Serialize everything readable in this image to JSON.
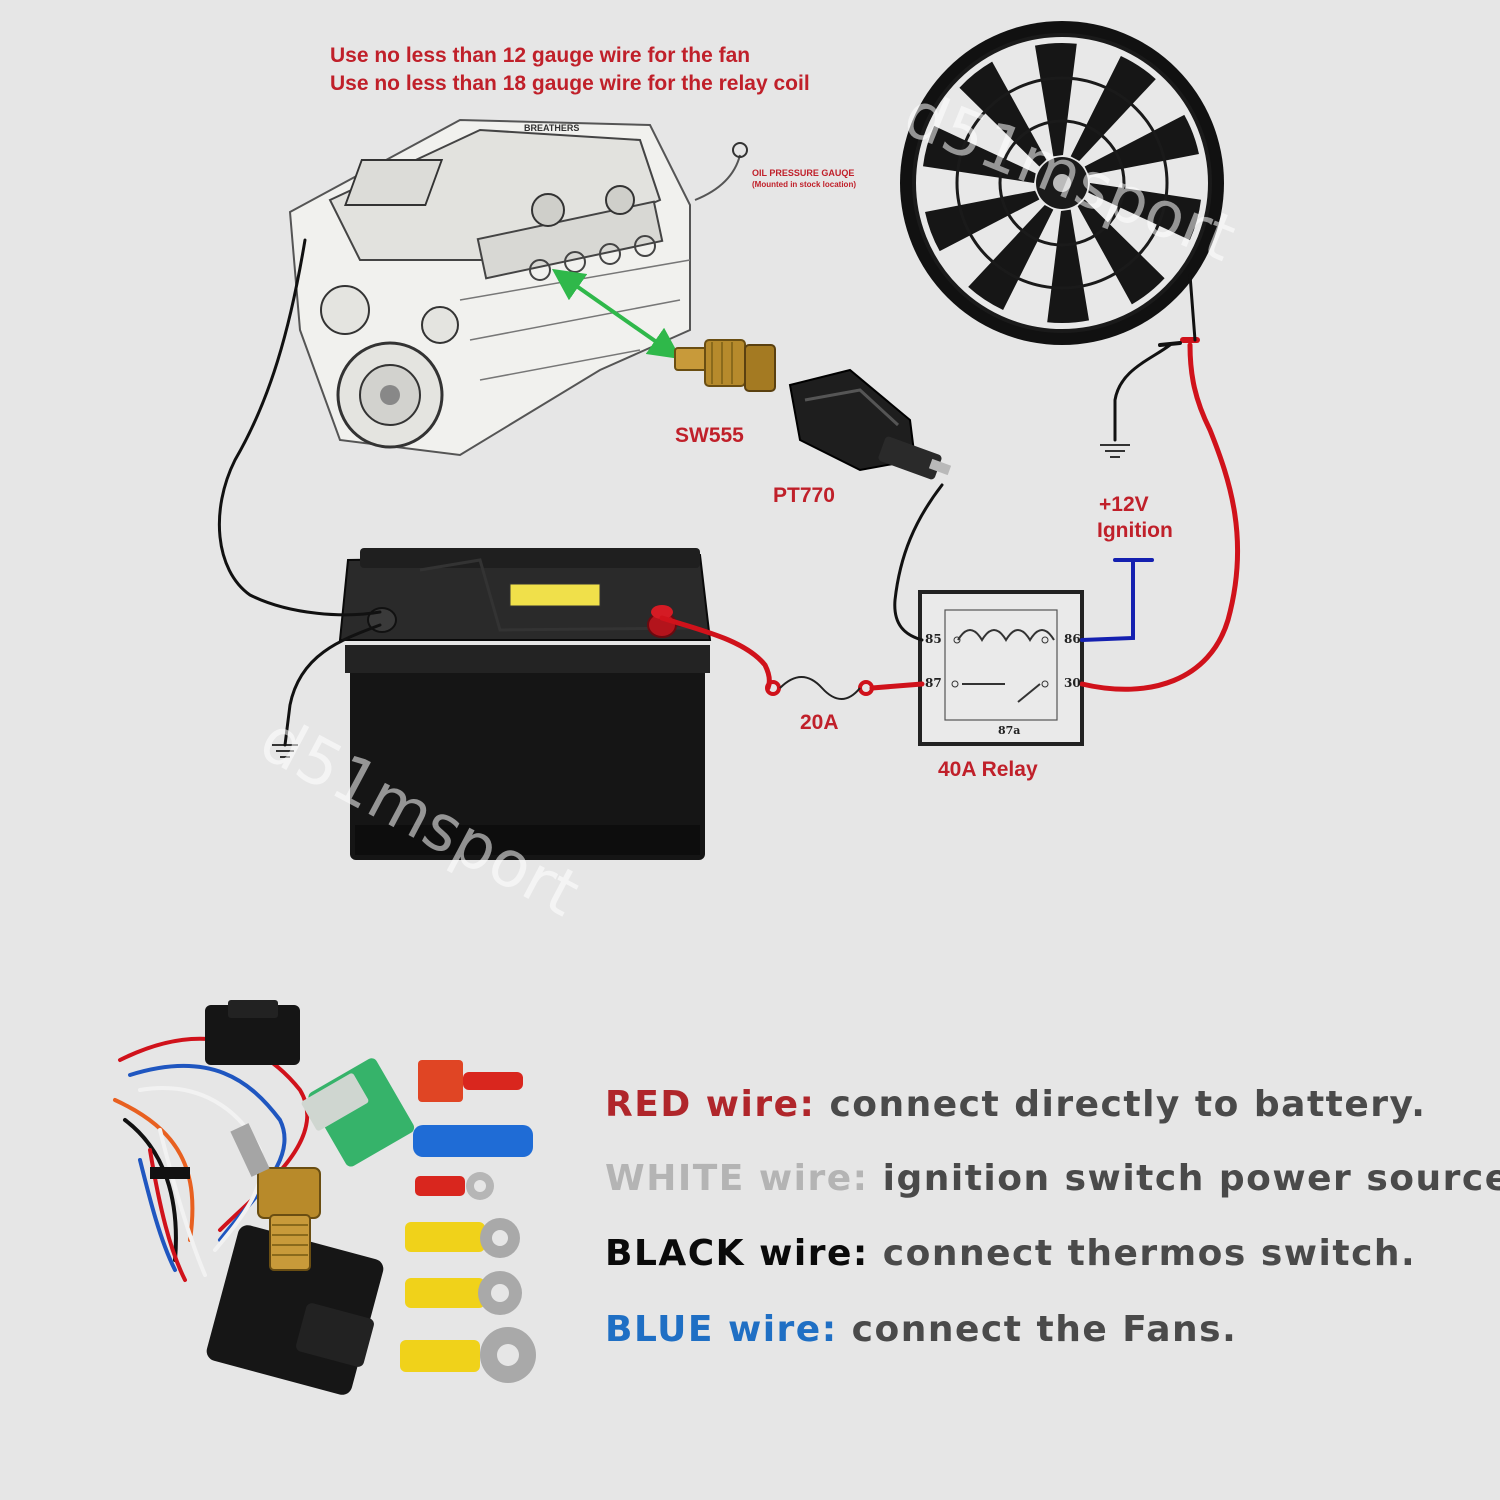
{
  "notes": {
    "gauge_line1": "Use no less than 12 gauge wire for the fan",
    "gauge_line2": "Use no less than 18 gauge wire for the relay coil"
  },
  "engine": {
    "breathers": "BREATHERS",
    "oil_gauge": "OIL PRESSURE GAUQE",
    "oil_gauge_sub": "(Mounted in stock location)"
  },
  "parts": {
    "sensor": "SW555",
    "connector": "PT770",
    "fuse": "20A",
    "relay": "40A Relay",
    "ignition_line1": "+12V",
    "ignition_line2": "Ignition"
  },
  "relay_pins": {
    "p85": "85",
    "p86": "86",
    "p87": "87",
    "p30": "30",
    "p87a": "87a"
  },
  "watermark": "d51msport",
  "legend": [
    {
      "key": "RED wire:",
      "value": " connect directly to battery.",
      "color": "#b0262b"
    },
    {
      "key": "WHITE wire:",
      "value": " ignition switch power source.",
      "color": "#b4b4b4"
    },
    {
      "key": "BLACK wire:",
      "value": " connect thermos switch.",
      "color": "#0a0a0a"
    },
    {
      "key": "BLUE wire:",
      "value": " connect the Fans.",
      "color": "#1f6fc4"
    }
  ],
  "colors": {
    "red_wire": "#d0121b",
    "black_wire": "#111111",
    "blue_wire": "#1420b0",
    "green_arrow": "#2fb84a"
  }
}
